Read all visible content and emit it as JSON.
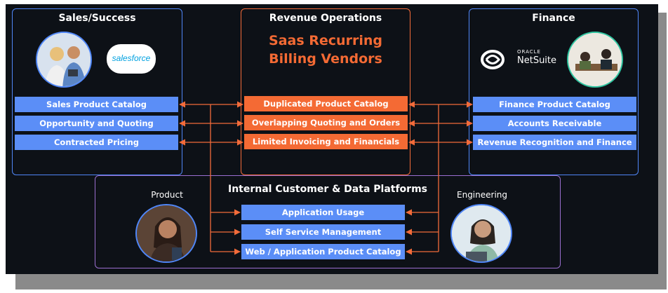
{
  "sales": {
    "title": "Sales/Success",
    "logo_text": "salesforce",
    "items": [
      "Sales Product Catalog",
      "Opportunity and Quoting",
      "Contracted Pricing"
    ]
  },
  "revenue": {
    "title": "Revenue Operations",
    "headline_line1": "Saas Recurring",
    "headline_line2": "Billing Vendors",
    "items": [
      "Duplicated Product Catalog",
      "Overlapping Quoting and Orders",
      "Limited Invoicing and Financials"
    ]
  },
  "finance": {
    "title": "Finance",
    "logo_oracle": "ORACLE",
    "logo_netsuite": "NetSuite",
    "items": [
      "Finance Product Catalog",
      "Accounts Receivable",
      "Revenue Recognition and Finance"
    ]
  },
  "platforms": {
    "title": "Internal Customer & Data Platforms",
    "product_label": "Product",
    "engineering_label": "Engineering",
    "items": [
      "Application Usage",
      "Self Service Management",
      "Web / Application Product Catalog"
    ]
  },
  "colors": {
    "background": "#0d1117",
    "blue_accent": "#5b8ef7",
    "orange_accent": "#f46a34",
    "purple_border": "#9b6fd1",
    "teal_border": "#2ec4a0",
    "arrow": "#f26b3a"
  },
  "icons": [
    "people-photo-icon",
    "salesforce-logo-icon",
    "oracle-netsuite-logo-icon",
    "team-photo-icon",
    "product-person-icon",
    "engineer-person-icon"
  ]
}
